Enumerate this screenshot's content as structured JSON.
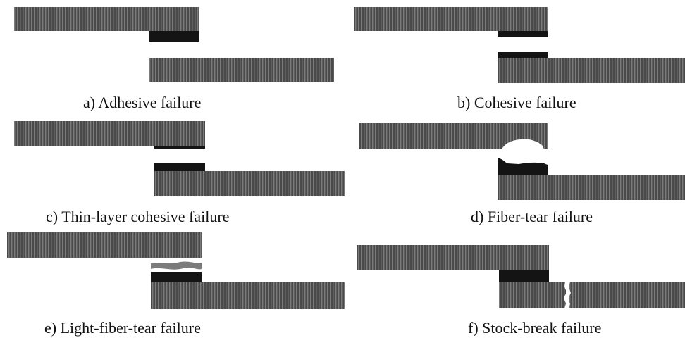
{
  "colors": {
    "adherend": "#4a4a4a",
    "adherend_line": "#7b7b7b",
    "adhesive": "#141414",
    "fiber_tear": "#ffffff"
  },
  "panels": [
    {
      "id": "a",
      "caption": "a) Adhesive failure"
    },
    {
      "id": "b",
      "caption": "b) Cohesive failure"
    },
    {
      "id": "c",
      "caption": "c) Thin-layer cohesive failure"
    },
    {
      "id": "d",
      "caption": "d) Fiber-tear failure"
    },
    {
      "id": "e",
      "caption": "e) Light-fiber-tear failure"
    },
    {
      "id": "f",
      "caption": "f) Stock-break failure"
    }
  ]
}
